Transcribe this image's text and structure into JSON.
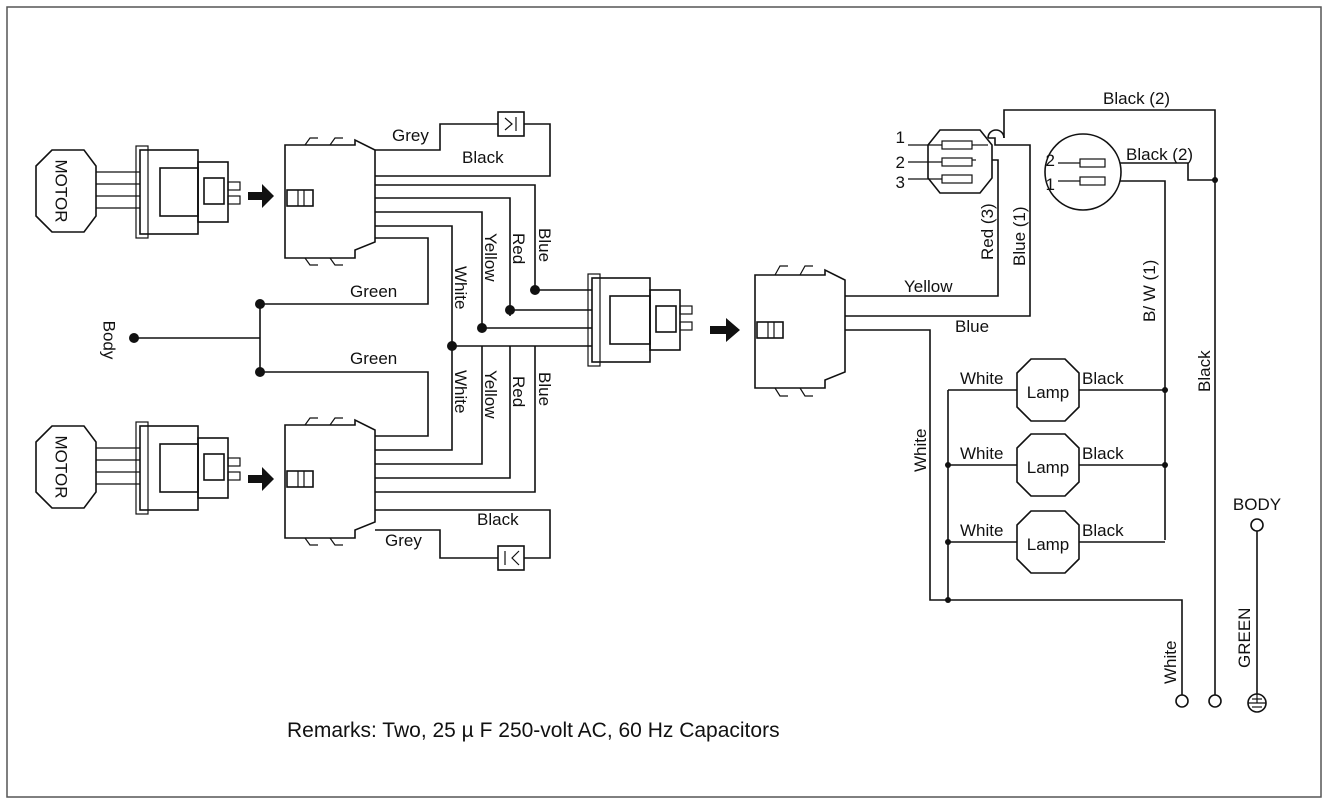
{
  "labels": {
    "motor": "MOTOR",
    "body": "Body",
    "green": "Green",
    "grey": "Grey",
    "black": "Black",
    "white": "White",
    "yellow": "Yellow",
    "red": "Red",
    "blue": "Blue",
    "black_2": "Black (2)",
    "red_3": "Red (3)",
    "blue_1": "Blue (1)",
    "bw_1": "B/ W (1)",
    "lamp": "Lamp",
    "body_caps": "BODY",
    "green_caps": "GREEN",
    "pin_1": "1",
    "pin_2": "2",
    "pin_3": "3"
  },
  "remarks": "Remarks: Two, 25 µ F 250-volt AC, 60 Hz Capacitors"
}
